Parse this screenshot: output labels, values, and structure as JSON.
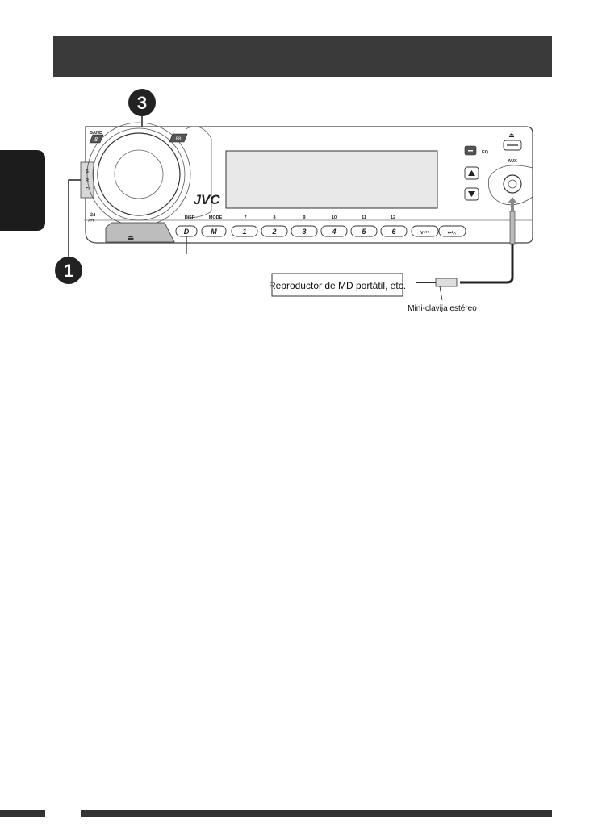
{
  "header": {
    "title": ""
  },
  "callouts": {
    "dial": "3",
    "src_button": "1"
  },
  "panel": {
    "band": "BAND",
    "src": "S\nR\nC",
    "src_letters": [
      "S",
      "R",
      "C"
    ],
    "power": "⏻/I",
    "att": "ATT",
    "brand": "JVC",
    "eq": "EQ",
    "aux": "AUX",
    "eject": "⏏",
    "disp": "DISP",
    "mode": "MODE",
    "disp_key": "D",
    "mode_key": "M",
    "preset_upper": [
      "7",
      "8",
      "9",
      "10",
      "11",
      "12"
    ],
    "preset_keys": [
      "1",
      "2",
      "3",
      "4",
      "5",
      "6"
    ]
  },
  "cable": {
    "device_label": "Reproductor de MD portátil, etc.",
    "plug_label": "Mini-clavija estéreo"
  }
}
